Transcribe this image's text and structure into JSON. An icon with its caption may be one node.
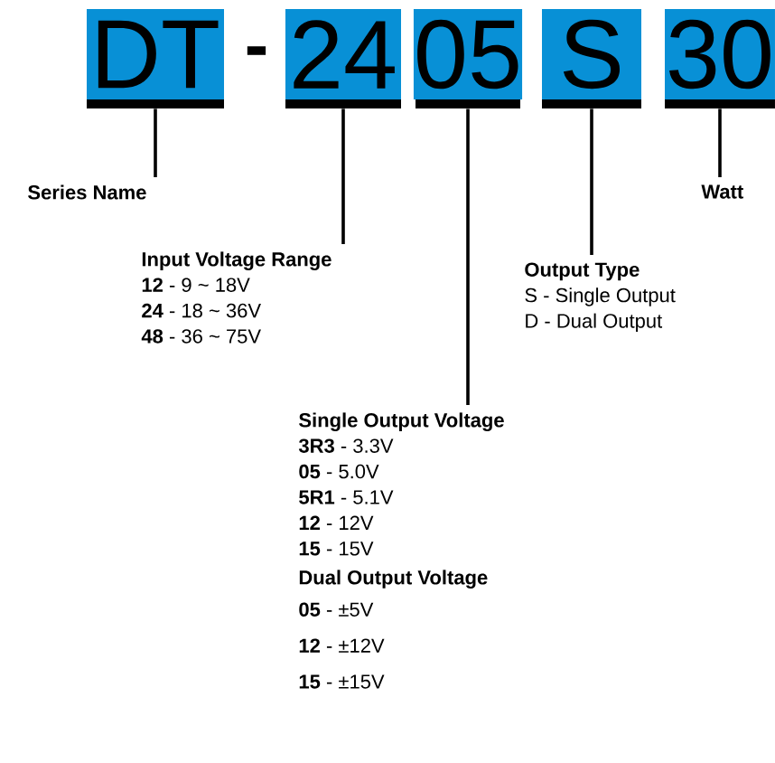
{
  "diagram": {
    "nodes": [
      {
        "text": [
          "DT"
        ]
      },
      {
        "text": [
          "24"
        ]
      },
      {
        "text": [
          "05"
        ]
      },
      {
        "text": [
          "S"
        ]
      },
      {
        "text": [
          "30"
        ]
      },
      {
        "text": [
          "Series Name"
        ]
      },
      {
        "text": [
          "Input Voltage Range",
          "**12** - 9 ~ 18V",
          "**24** - 18 ~ 36V",
          "**48** - 36 ~ 75V"
        ]
      },
      {
        "text": [
          "Single Output Voltage",
          "**3R3** - 3.3V",
          "**05** - 5.0V",
          "**5R1** - 5.1V",
          "**12** - 12V",
          "**15** - 15V"
        ]
      },
      {
        "text": [
          "Output Type",
          "S - Single Output",
          "D - Dual Output"
        ]
      },
      {
        "text": [
          "Watt"
        ]
      }
    ],
    "edges": [
      {
        "from": 0,
        "to": 5,
        "arrow": "none"
      },
      {
        "from": 1,
        "to": 6,
        "arrow": "none"
      },
      {
        "from": 2,
        "to": 7,
        "arrow": "none"
      },
      {
        "from": 3,
        "to": 8,
        "arrow": "none"
      },
      {
        "from": 4,
        "to": 9,
        "arrow": "none"
      }
    ],
    "labels": [
      "-",
      "Dual Output Voltage",
      "**05** - ±5V",
      "**12** - ±12V",
      "**15** - ±15V"
    ]
  }
}
